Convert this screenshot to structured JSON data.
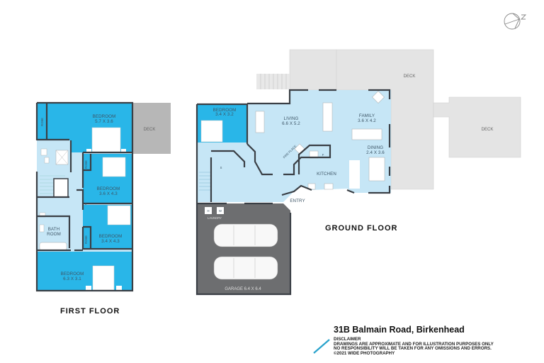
{
  "colors": {
    "bedroom": "#29b6e8",
    "living_area": "#c6e6f6",
    "deck": "#e4e4e4",
    "deck_dark": "#b7b7b7",
    "garage": "#6d6e70",
    "wall": "#3a3f45",
    "accent_slash": "#29a3cc"
  },
  "compass": {
    "icon": "north-compass-icon",
    "letter": "N"
  },
  "first_floor": {
    "title": "FIRST FLOOR",
    "rooms": [
      {
        "name": "BEDROOM",
        "dims": "5.7 X 3.6"
      },
      {
        "name": "BEDROOM",
        "dims": "3.6 X 4.3"
      },
      {
        "name": "BEDROOM",
        "dims": "3.4 X 4.3"
      },
      {
        "name": "BEDROOM",
        "dims": "6.3 X 3.1"
      },
      {
        "name": "BATH",
        "name2": "ROOM"
      }
    ],
    "robes": [
      "ROBE",
      "ROBE",
      "ROBE"
    ],
    "store_labels": [
      "S"
    ],
    "deck_label": "DECK"
  },
  "ground_floor": {
    "title": "GROUND FLOOR",
    "rooms": [
      {
        "name": "BEDROOM",
        "dims": "3.4 X 3.2"
      },
      {
        "name": "LIVING",
        "dims": "6.6 X 5.2"
      },
      {
        "name": "FAMILY",
        "dims": "3.6 X 4.2"
      },
      {
        "name": "DINING",
        "dims": "2.4 X 3.6"
      },
      {
        "name": "KITCHEN"
      },
      {
        "name": "ENTRY"
      },
      {
        "name": "LAUNDRY"
      },
      {
        "name": "GARAGE 6.4 X 6.4"
      }
    ],
    "fireplace_label": "FIRE PLACE",
    "fridge_label": "F",
    "store_label": "S",
    "laundry_appliances": [
      "H",
      "W"
    ],
    "deck_labels": [
      "DECK",
      "DECK"
    ]
  },
  "footer": {
    "address": "31B Balmain Road, Birkenhead",
    "disclaimer_lines": [
      "DISCLAIMER",
      "DRAWINGS ARE APPROXIMATE AND FOR ILLUSTRATION PURPOSES ONLY",
      "NO RESPONSIBILITY WILL BE TAKEN FOR ANY OMISSIONS AND ERRORS.",
      "©2021 WIDE PHOTOGRAPHY"
    ]
  }
}
